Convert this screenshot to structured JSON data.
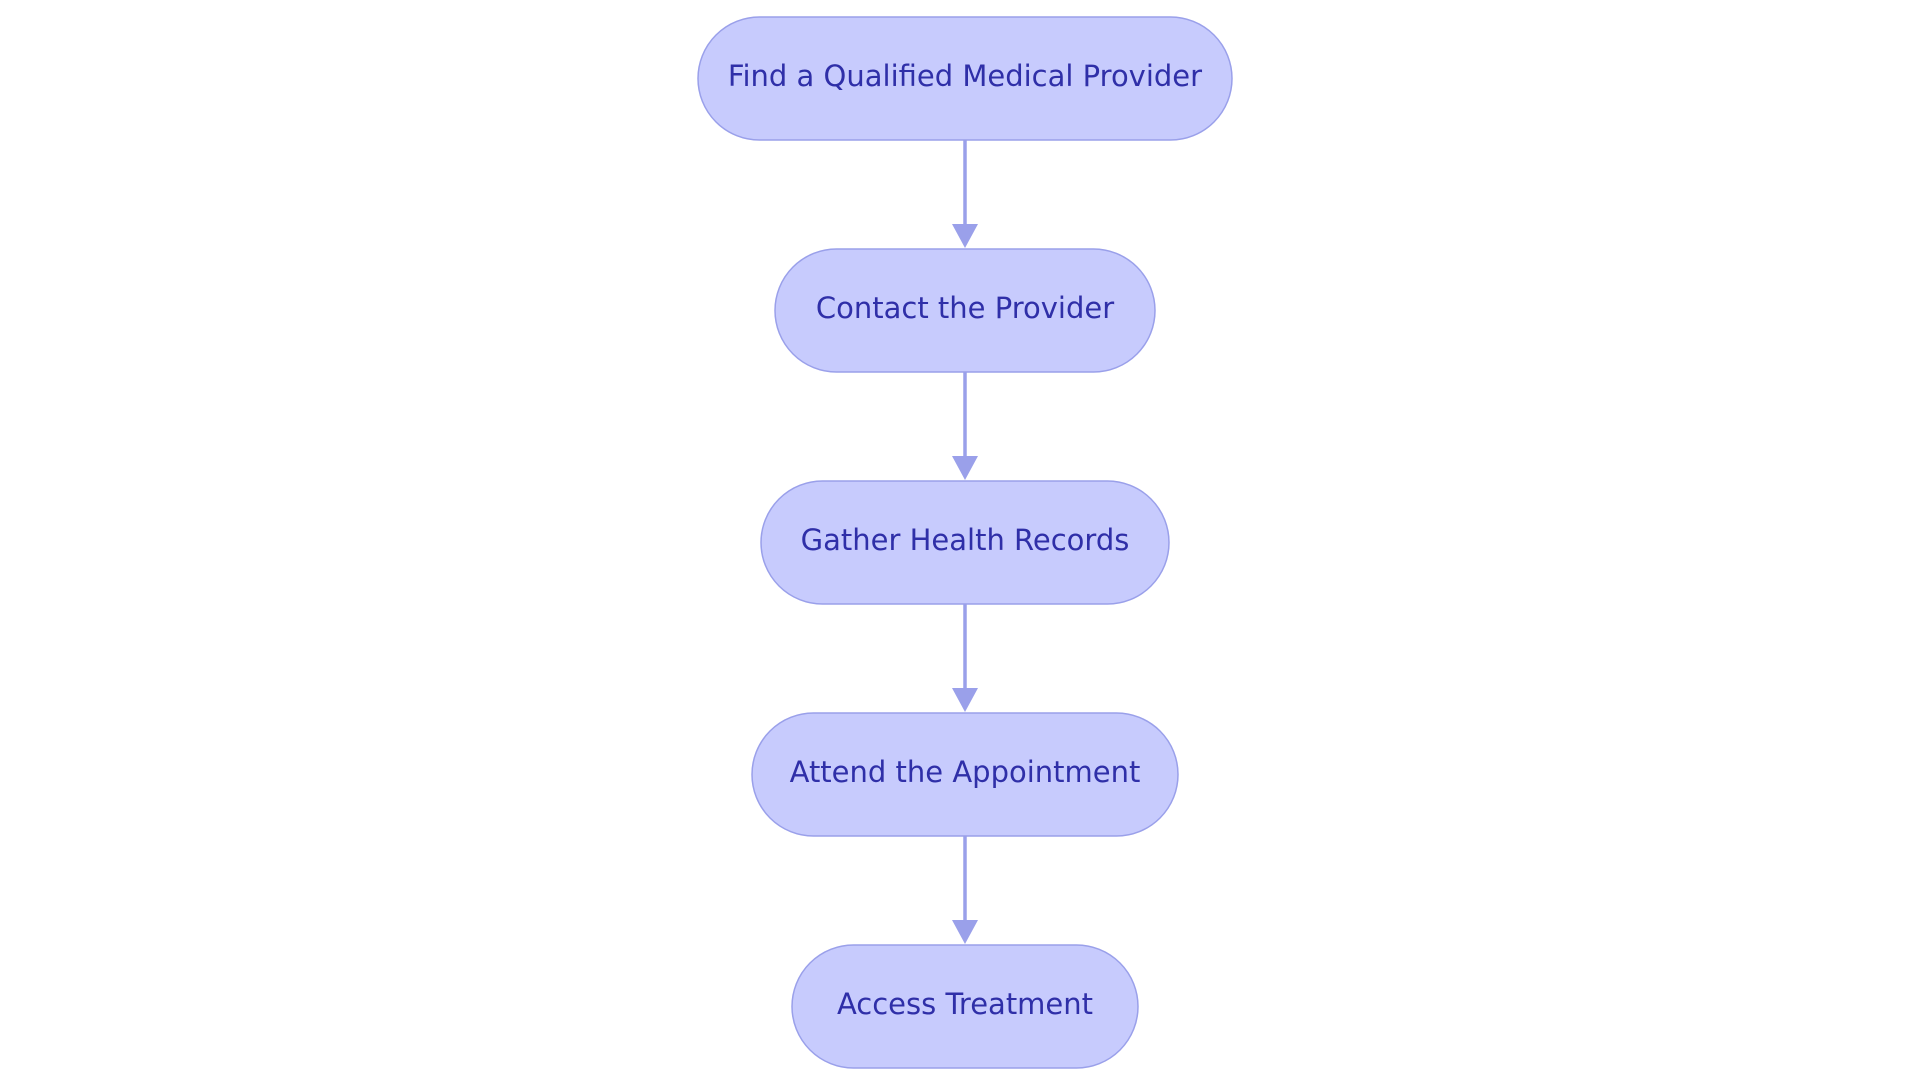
{
  "diagram": {
    "type": "flowchart",
    "direction": "top-to-bottom",
    "node_shape": "stadium",
    "colors": {
      "node_fill": "#c7cbfd",
      "node_border": "#9aa0ea",
      "label_text": "#2f2fa8",
      "edge": "#9aa0ea",
      "background": "#ffffff"
    },
    "nodes": [
      {
        "id": "find-provider",
        "label": "Find a Qualified Medical Provider"
      },
      {
        "id": "contact-provider",
        "label": "Contact the Provider"
      },
      {
        "id": "gather-records",
        "label": "Gather Health Records"
      },
      {
        "id": "attend-appointment",
        "label": "Attend the Appointment"
      },
      {
        "id": "access-treatment",
        "label": "Access Treatment"
      }
    ],
    "edges": [
      {
        "from": "find-provider",
        "to": "contact-provider"
      },
      {
        "from": "contact-provider",
        "to": "gather-records"
      },
      {
        "from": "gather-records",
        "to": "attend-appointment"
      },
      {
        "from": "attend-appointment",
        "to": "access-treatment"
      }
    ]
  }
}
